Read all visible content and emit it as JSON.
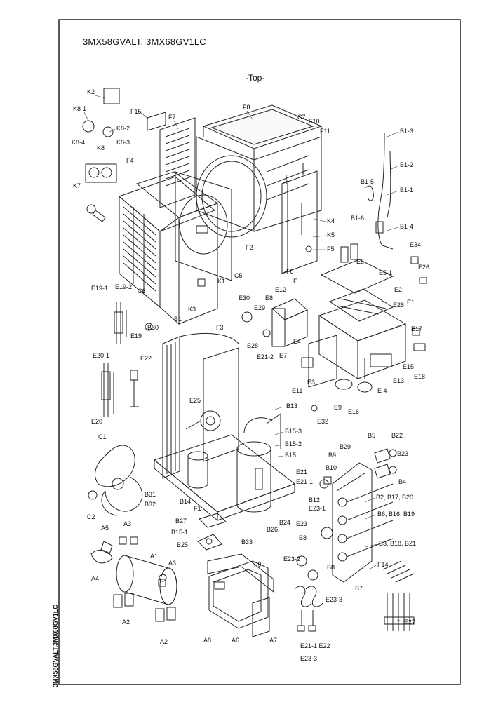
{
  "header": {
    "model_title": "3MX58GVALT, 3MX68GV1LC",
    "view_label": "-Top-",
    "side_caption": "3MX58GVALT,3MX68GV1LC"
  },
  "callouts": {
    "K2": "K2",
    "K81": "K8-1",
    "K82": "K8-2",
    "K84": "K8-4",
    "K8": "K8",
    "K83": "K8-3",
    "K7": "K7",
    "F15": "F15",
    "F7": "F7",
    "F8": "F8",
    "C7": "C7",
    "F10": "F10",
    "F11": "F11",
    "F4": "F4",
    "K4": "K4",
    "K5": "K5",
    "F5": "F5",
    "F6": "F6",
    "F2": "F2",
    "C5": "C5",
    "K1": "K1",
    "C6": "C6",
    "K3": "K3",
    "B13": "B1-3",
    "B12": "B1-2",
    "B11": "B1-1",
    "B15x": "B1-5",
    "B16": "B1-6",
    "B14": "B1-4",
    "E34": "E34",
    "E26": "E26",
    "E5": "E5",
    "E51": "E5-1",
    "E2": "E2",
    "E28": "E28",
    "E1": "E1",
    "E30": "E30",
    "E8": "E8",
    "E12": "E12",
    "E": "E",
    "E29": "E29",
    "E4a": "E4",
    "E7": "E7",
    "E191": "E19-1",
    "E192": "E19-2",
    "E19": "E19",
    "B30": "B30",
    "B1": "B1",
    "F3": "F3",
    "B28": "B28",
    "E212": "E21-2",
    "E17": "E17",
    "E15": "E15",
    "E13": "E13",
    "E18": "E18",
    "E4b": "E 4",
    "E11": "E11",
    "E3": "E3",
    "E9": "E9",
    "E16": "E16",
    "E201": "E20-1",
    "E22": "E22",
    "E20": "E20",
    "E25": "E25",
    "B13b": "B13",
    "E32": "E32",
    "B153": "B15-3",
    "B152": "B15-2",
    "B15": "B15",
    "C1": "C1",
    "C2": "C2",
    "B5": "B5",
    "B22": "B22",
    "B23": "B23",
    "B4": "B4",
    "B29": "B29",
    "B9": "B9",
    "B10": "B10",
    "E21": "E21",
    "E211": "E21-1",
    "B31": "B31",
    "B32": "B32",
    "B14b": "B14",
    "F1": "F1",
    "B2grp": "B2, B17, B20",
    "B6grp": "B6, B16, B19",
    "B3grp": "B3, B18, B21",
    "B27": "B27",
    "B151": "B15-1",
    "B25": "B25",
    "B33": "B33",
    "B26": "B26",
    "B24": "B24",
    "E231": "E23-1",
    "B12b": "B12",
    "E23": "E23",
    "B8": "B8",
    "B8b": "B8",
    "B7": "B7",
    "A5": "A5",
    "A3": "A3",
    "A1": "A1",
    "A3b": "A3",
    "A4": "A4",
    "A2": "A2",
    "A2b": "A2",
    "F9": "F9",
    "E232": "E23-2",
    "E233": "E23-3",
    "F14": "F14",
    "E27": "E27",
    "A8": "A8",
    "A6": "A6",
    "A7": "A7",
    "foot1": "E21-1 E22",
    "foot2": "E23-3"
  }
}
